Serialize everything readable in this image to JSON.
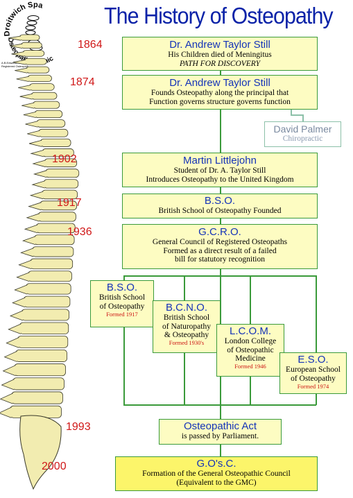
{
  "title": "The History of Osteopathy",
  "logo": {
    "text_arc": "Droitwich Spa Osteopathic Clinic",
    "subtext": "A.B.Edwards MSc, B.Sc.O., Registered Osteopath"
  },
  "years": [
    "1864",
    "1874",
    "1902",
    "1917",
    "1936",
    "1993",
    "2000"
  ],
  "events": {
    "e1864": {
      "heading": "Dr. Andrew Taylor Still",
      "line1": "His Children died of Meningitus",
      "line2": "PATH FOR DISCOVERY"
    },
    "e1874": {
      "heading": "Dr. Andrew Taylor Still",
      "line1": "Founds Osteopathy along the principal that",
      "line2": "Function governs structure governs function"
    },
    "palmer": {
      "heading": "David Palmer",
      "line1": "Chiropractic"
    },
    "e1902": {
      "heading": "Martin Littlejohn",
      "line1": "Student of Dr. A. Taylor Still",
      "line2": "Introduces Osteopathy to the United Kingdom"
    },
    "e1917": {
      "heading": "B.S.O.",
      "line1": "British School of Osteopathy Founded"
    },
    "e1936": {
      "heading": "G.C.R.O.",
      "line1": "General Council of Registered Osteopaths",
      "line2": "Formed as a direct result of a failed",
      "line3": "bill for statutory recognition"
    },
    "bso": {
      "heading": "B.S.O.",
      "line1": "British School",
      "line2": "of Osteopathy",
      "formed": "Formed 1917"
    },
    "bcno": {
      "heading": "B.C.N.O.",
      "line1": "British School",
      "line2": "of Naturopathy",
      "line3": "& Osteopathy",
      "formed": "Formed 1930's"
    },
    "lcom": {
      "heading": "L.C.O.M.",
      "line1": "London College",
      "line2": "of Osteopathic",
      "line3": "Medicine",
      "formed": "Formed 1946"
    },
    "eso": {
      "heading": "E.S.O.",
      "line1": "European School",
      "line2": "of Osteopathy",
      "formed": "Formed 1974"
    },
    "e1993": {
      "heading": "Osteopathic Act",
      "line1": "is passed by Parliament."
    },
    "e2000": {
      "heading": "G.O's.C.",
      "line1": "Formation of the General Osteopathic Council",
      "line2": "(Equivalent to the GMC)"
    }
  },
  "colors": {
    "title": "#0a22a8",
    "year": "#d01818",
    "box_fill": "#fdfcc2",
    "box_border": "#3a9a3a",
    "heading": "#1433b8",
    "formed_text": "#cc1111",
    "spine_fill": "#f2ecb0",
    "spine_stroke": "#3a3a2a"
  }
}
